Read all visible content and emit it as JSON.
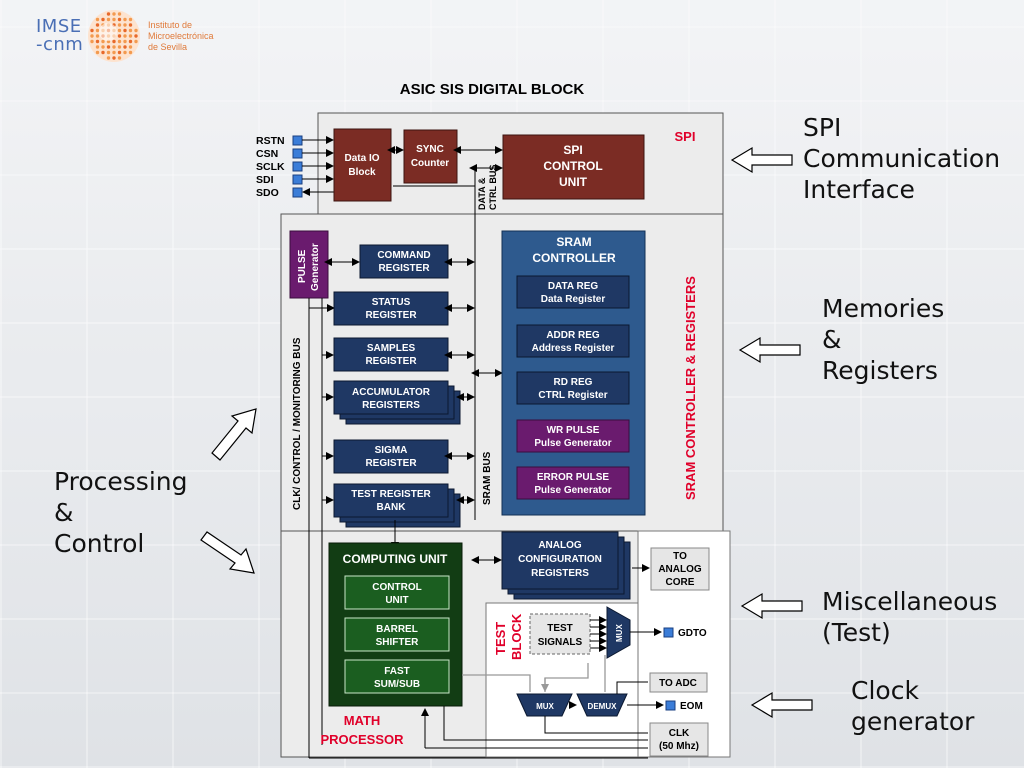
{
  "logo": {
    "line1": "IMSE",
    "line2": "-cnm",
    "sub1": "Instituto de",
    "sub2": "Microelectrónica",
    "sub3": "de Sevilla"
  },
  "diagram": {
    "title": "ASIC SIS DIGITAL BLOCK",
    "spi_label": "SPI",
    "pins": [
      "RSTN",
      "CSN",
      "SCLK",
      "SDI",
      "SDO"
    ],
    "data_io": [
      "Data IO",
      "Block"
    ],
    "sync_counter": [
      "SYNC",
      "Counter"
    ],
    "spi_control": [
      "SPI",
      "CONTROL",
      "UNIT"
    ],
    "data_ctrl_bus": [
      "DATA &",
      "CTRL BUS"
    ],
    "pulse_gen": [
      "PULSE",
      "Generator"
    ],
    "monitor_bus": "CLK/ CONTROL / MONITORING BUS",
    "registers": [
      [
        "COMMAND",
        "REGISTER"
      ],
      [
        "STATUS",
        "REGISTER"
      ],
      [
        "SAMPLES",
        "REGISTER"
      ],
      [
        "ACCUMULATOR",
        "REGISTERS"
      ],
      [
        "SIGMA",
        "REGISTER"
      ],
      [
        "TEST REGISTER",
        "BANK"
      ]
    ],
    "sram_bus": "SRAM BUS",
    "sram_controller": [
      "SRAM",
      "CONTROLLER"
    ],
    "sram_regs": [
      [
        "DATA REG",
        "Data Register"
      ],
      [
        "ADDR REG",
        "Address Register"
      ],
      [
        "RD REG",
        "CTRL Register"
      ]
    ],
    "sram_pulses": [
      [
        "WR PULSE",
        "Pulse Generator"
      ],
      [
        "ERROR PULSE",
        "Pulse Generator"
      ]
    ],
    "sram_section_label": "SRAM CONTROLLER & REGISTERS",
    "computing_unit": "COMPUTING UNIT",
    "cu_blocks": [
      [
        "CONTROL",
        "UNIT"
      ],
      [
        "BARREL",
        "SHIFTER"
      ],
      [
        "FAST",
        "SUM/SUB"
      ]
    ],
    "math_processor": [
      "MATH",
      "PROCESSOR"
    ],
    "analog_config": [
      "ANALOG",
      "CONFIGURATION",
      "REGISTERS"
    ],
    "to_analog_core": [
      "TO",
      "ANALOG",
      "CORE"
    ],
    "test_block": [
      "TEST",
      "BLOCK"
    ],
    "test_signals": [
      "TEST",
      "SIGNALS"
    ],
    "mux": "MUX",
    "demux": "DEMUX",
    "gdto": "GDTO",
    "to_adc": "TO ADC",
    "eom": "EOM",
    "clk": [
      "CLK",
      "(50 Mhz)"
    ]
  },
  "sides": {
    "spi": [
      "SPI",
      "Communication",
      "Interface"
    ],
    "memories": [
      "Memories",
      "&",
      "Registers"
    ],
    "processing": [
      "Processing",
      "&",
      "Control"
    ],
    "misc": [
      "Miscellaneous",
      "(Test)"
    ],
    "clock": [
      "Clock",
      "generator"
    ]
  },
  "colors": {
    "navy": "#1f3864",
    "brown": "#7b2c24",
    "purple": "#6a1b6e",
    "green": "#1b5e20",
    "green_dark": "#123d14",
    "red_label": "#e0002a",
    "pin_blue": "#3b7dd8"
  }
}
